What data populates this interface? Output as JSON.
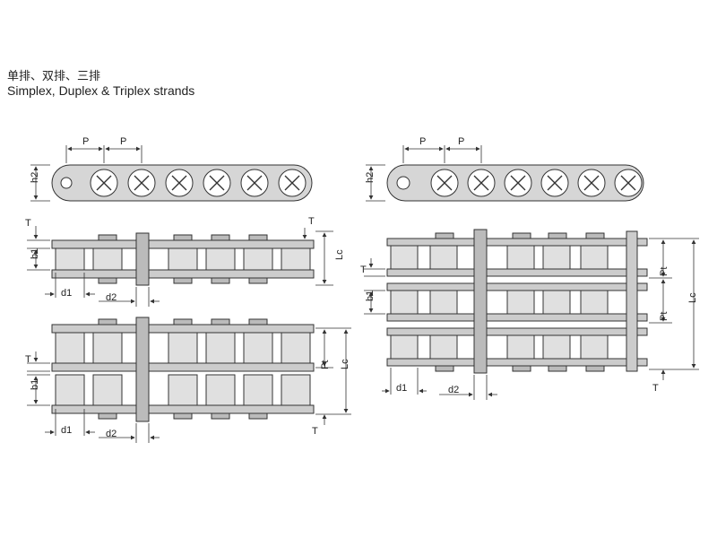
{
  "header": {
    "title_cn": "单排、双排、三排",
    "title_en": "Simplex, Duplex & Triplex strands"
  },
  "labels": {
    "pitch": "P",
    "plate_height": "h2",
    "plate_thickness": "T",
    "inner_width": "b1",
    "roller_dia": "d1",
    "pin_dia": "d2",
    "pin_length": "Lc",
    "transverse_pitch": "Pt"
  }
}
